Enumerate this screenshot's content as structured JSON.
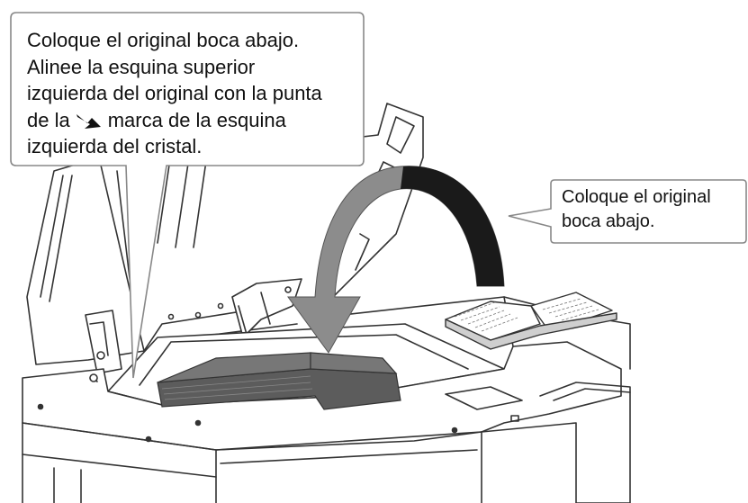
{
  "callout_main": {
    "line1": "Coloque el original boca abajo.",
    "line2": "Alinee la esquina superior",
    "line3": "izquierda del original con la punta",
    "line4_pre": "de la",
    "line4_post": "marca de la esquina",
    "line5": "izquierda del cristal.",
    "icon": "corner-arrow-icon"
  },
  "callout_side": {
    "line1": "Coloque el original",
    "line2": "boca abajo."
  },
  "colors": {
    "line": "#333333",
    "bubble_border": "#888888",
    "bubble_fill": "#ffffff",
    "arrow_fill": "#8c8c8c",
    "original_fill": "#666666",
    "mark": "#111111"
  }
}
